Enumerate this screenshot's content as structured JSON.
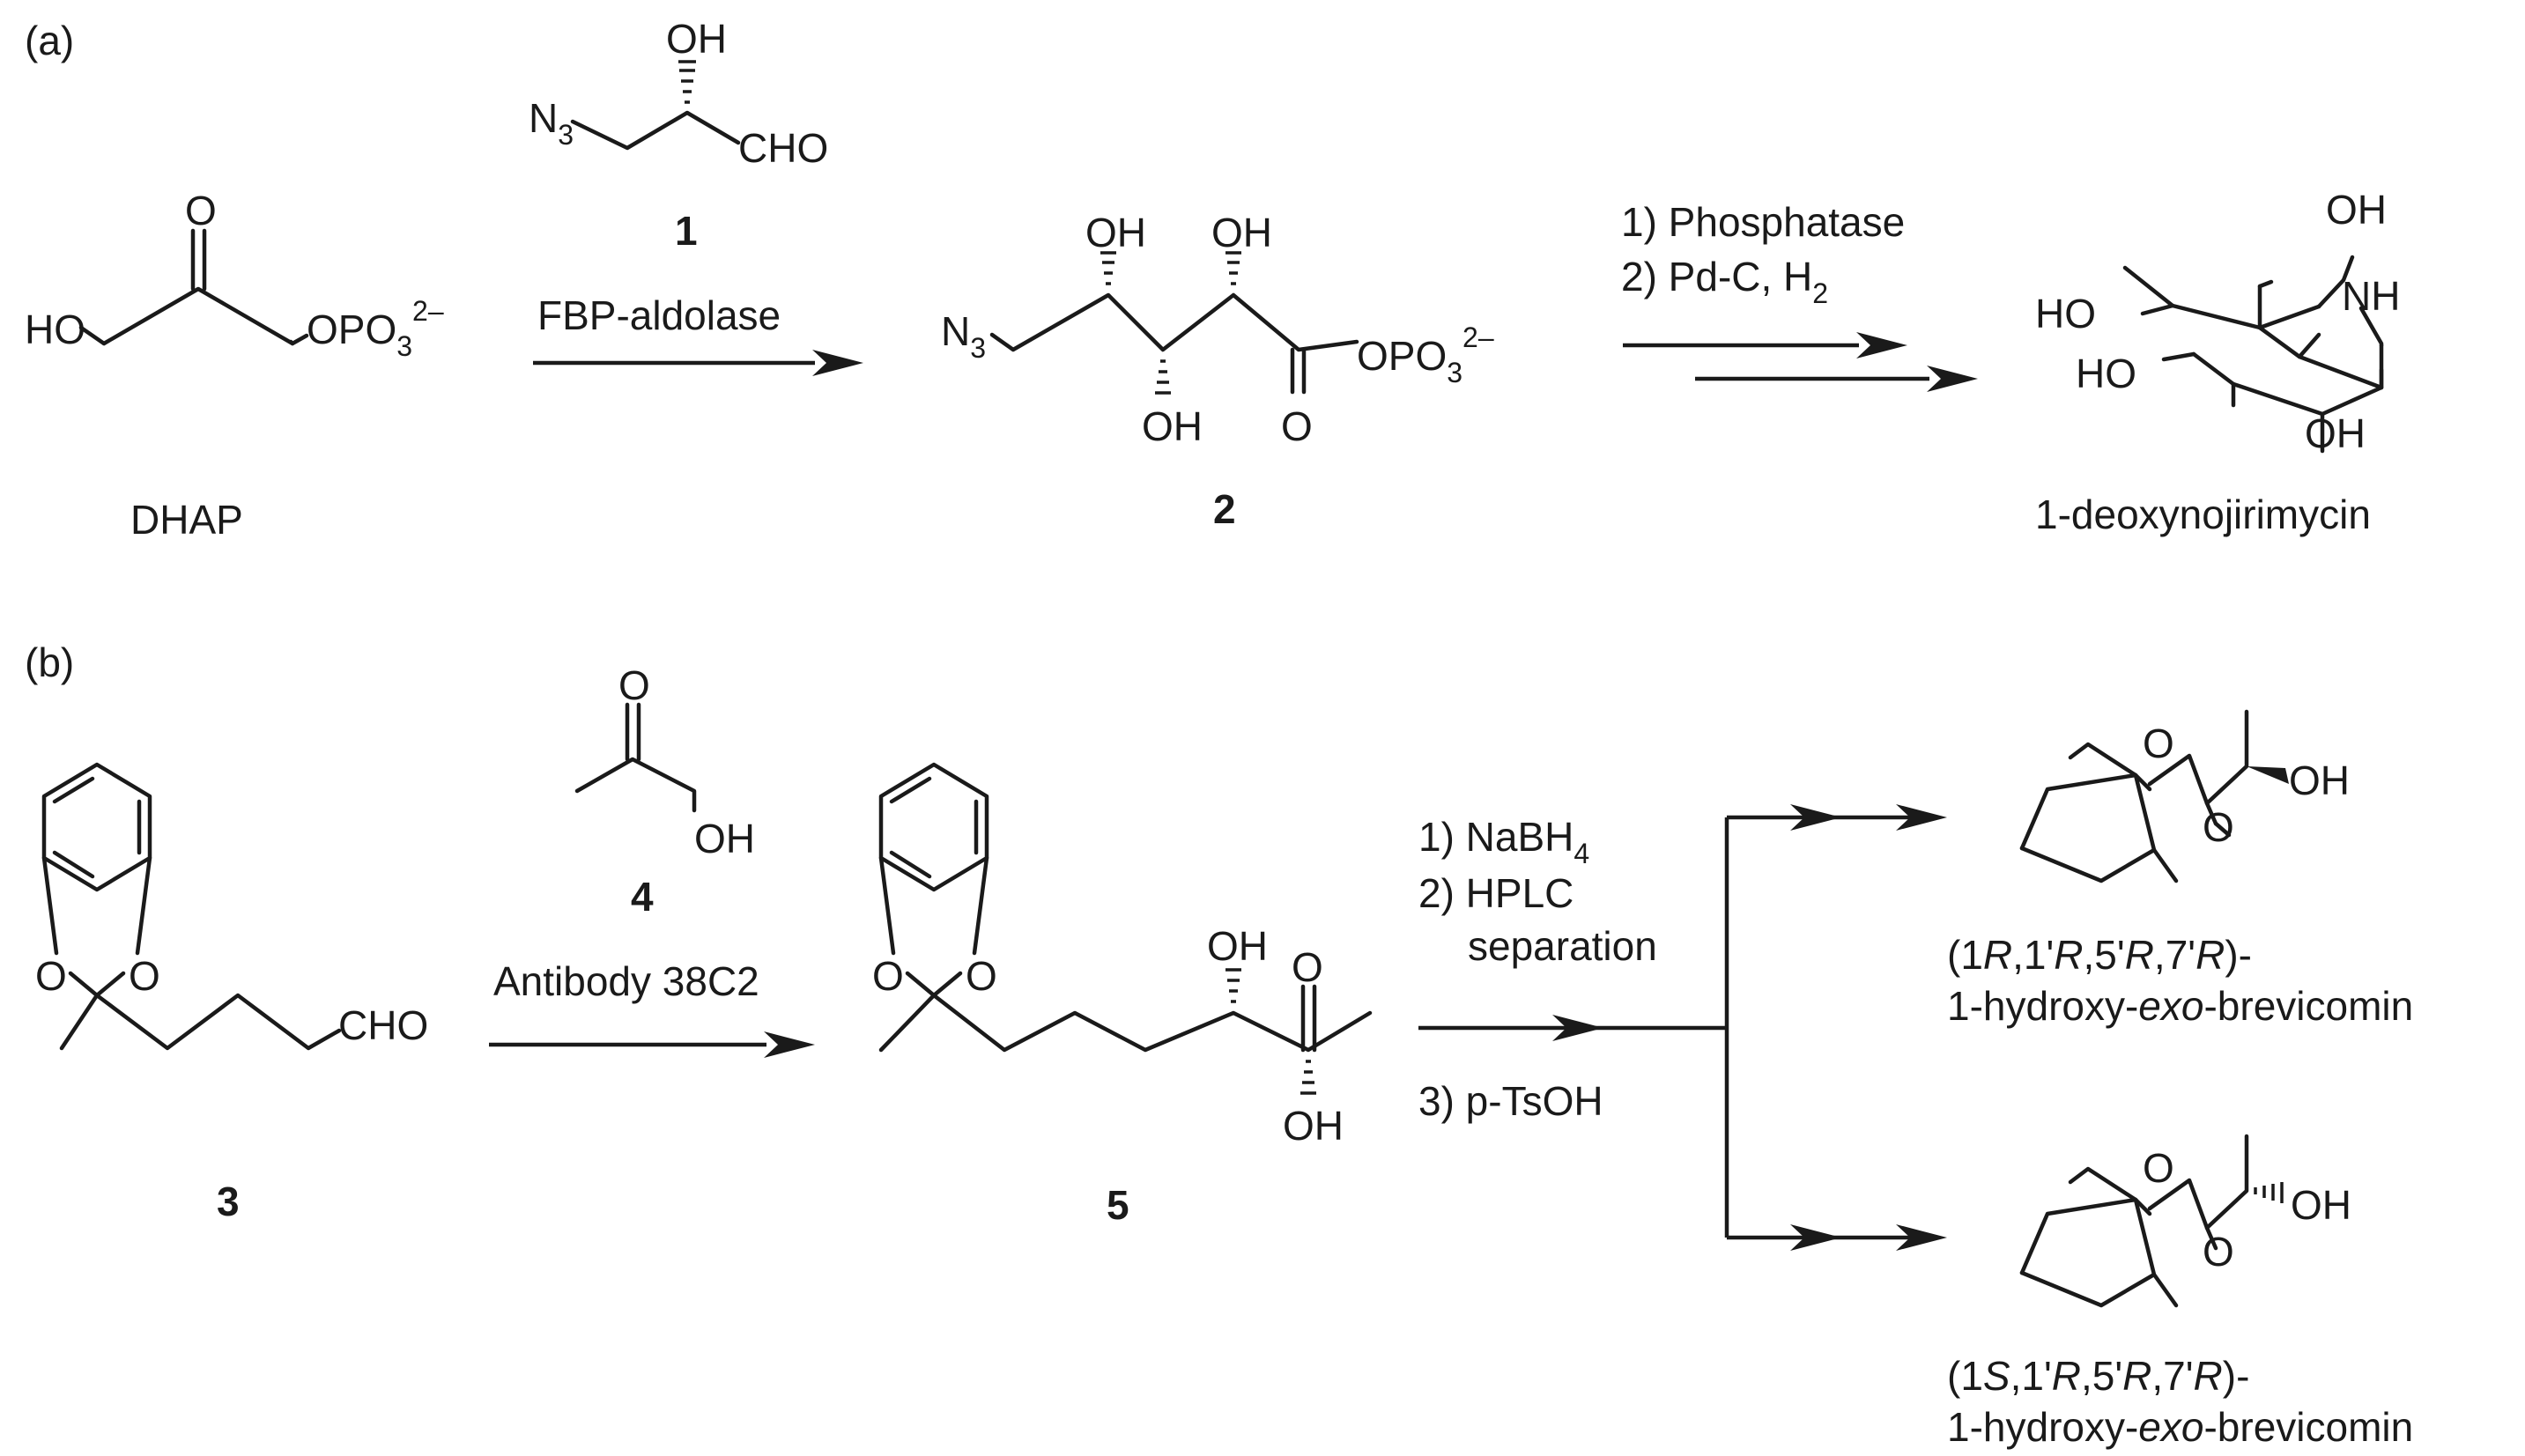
{
  "panel_labels": {
    "a": "(a)",
    "b": "(b)"
  },
  "atoms": {
    "oh": "OH",
    "ho": "HO",
    "o": "O",
    "n3_n": "N",
    "n3_sub": "3",
    "cho": "CHO",
    "opo3_main": "OPO",
    "opo3_sub": "3",
    "opo3_sup": "2–",
    "nh": "NH"
  },
  "compounds": {
    "dhap": "DHAP",
    "c1": "1",
    "c2": "2",
    "c3": "3",
    "c4": "4",
    "c5": "5",
    "deoxynojirimycin": "1-deoxynojirimycin"
  },
  "reagents": {
    "fbp_aldolase": "FBP-aldolase",
    "a_step1": "1) Phosphatase",
    "a_step2_main": "2) Pd-C, H",
    "a_step2_sub": "2",
    "antibody": "Antibody 38C2",
    "b_step1_main": "1) NaBH",
    "b_step1_sub": "4",
    "b_step2_line1": "2) HPLC",
    "b_step2_line2": "separation",
    "b_step3": "3) p-TsOH"
  },
  "products": {
    "p1_stereo": [
      "(1",
      "R",
      ",1'",
      "R",
      ",5'",
      "R",
      ",7'",
      "R",
      ")-"
    ],
    "p1_name": [
      "1-hydroxy-",
      "exo",
      "-brevicomin"
    ],
    "p2_stereo": [
      "(1",
      "S",
      ",1'",
      "R",
      ",5'",
      "R",
      ",7'",
      "R",
      ")-"
    ],
    "p2_name": [
      "1-hydroxy-",
      "exo",
      "-brevicomin"
    ]
  }
}
